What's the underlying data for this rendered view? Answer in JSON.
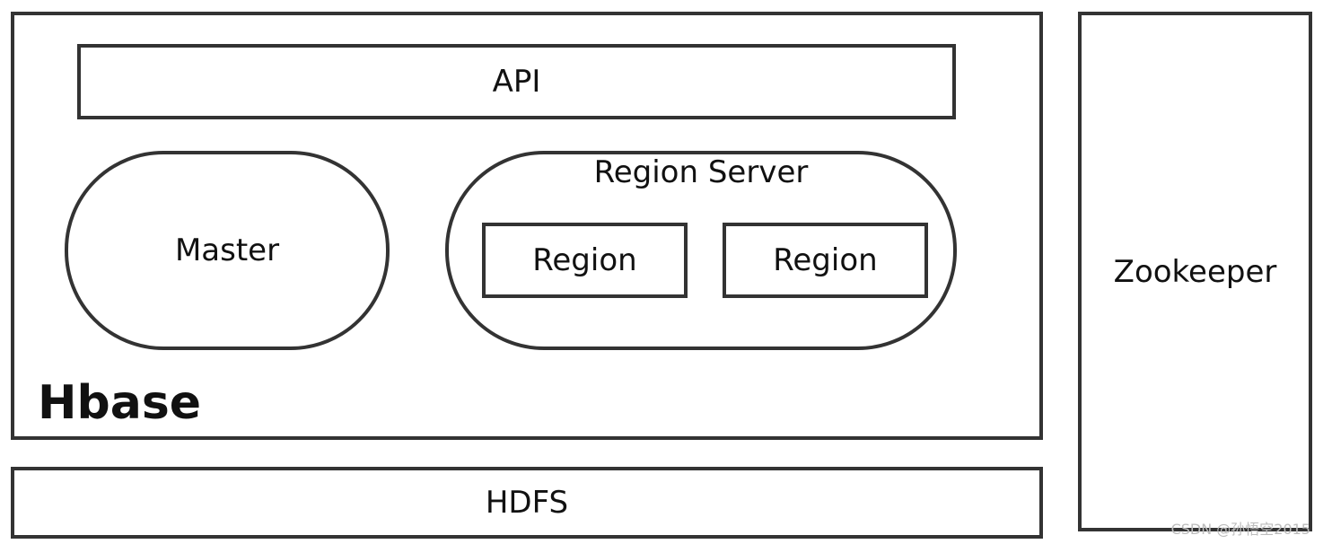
{
  "diagram": {
    "hbase": {
      "title": "Hbase"
    },
    "api": {
      "label": "API"
    },
    "master": {
      "label": "Master"
    },
    "region_server": {
      "label": "Region Server",
      "regions": [
        "Region",
        "Region"
      ]
    },
    "hdfs": {
      "label": "HDFS"
    },
    "zookeeper": {
      "label": "Zookeeper"
    }
  },
  "watermark": "CSDN @孙悟空2015",
  "colors": {
    "border": "#333333",
    "text": "#111111",
    "watermark": "#bdbdbd",
    "background": "#ffffff"
  }
}
